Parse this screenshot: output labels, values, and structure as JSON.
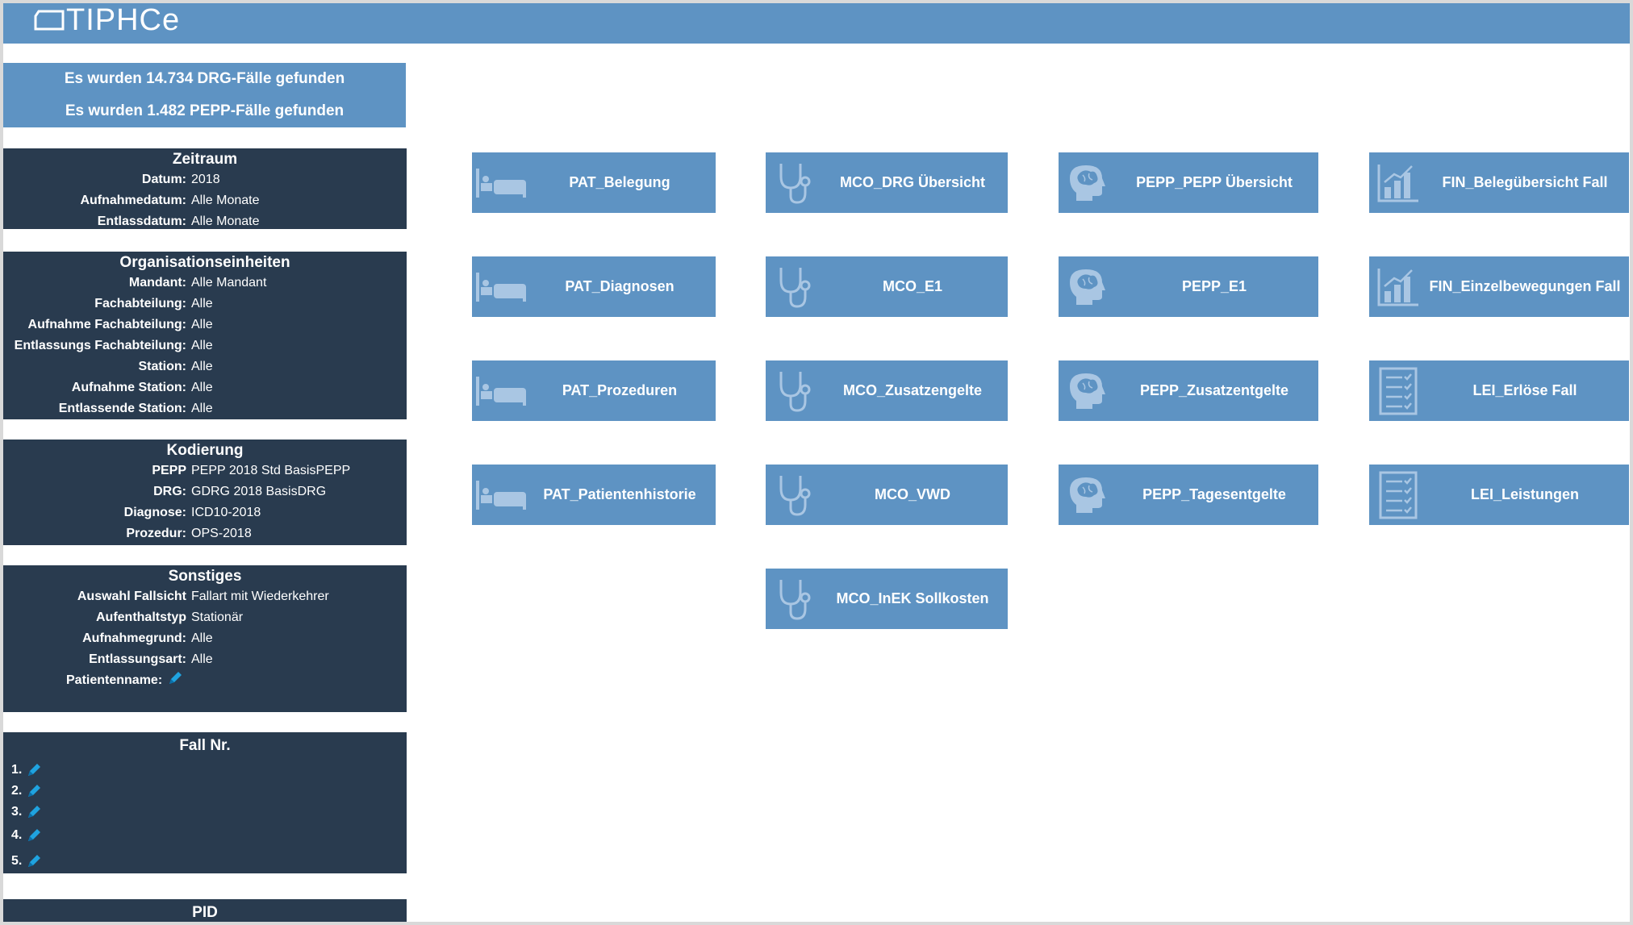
{
  "app": {
    "logo_text": "TIPHCe"
  },
  "summary": {
    "drg_line": "Es wurden 14.734 DRG-Fälle gefunden",
    "pepp_line": "Es wurden 1.482 PEPP-Fälle gefunden"
  },
  "zeitraum": {
    "title": "Zeitraum",
    "rows": [
      {
        "label": "Datum:",
        "value": "2018"
      },
      {
        "label": "Aufnahmedatum:",
        "value": "Alle Monate"
      },
      {
        "label": "Entlassdatum:",
        "value": "Alle Monate"
      }
    ]
  },
  "org": {
    "title": "Organisationseinheiten",
    "rows": [
      {
        "label": "Mandant:",
        "value": "Alle Mandant"
      },
      {
        "label": "Fachabteilung:",
        "value": "Alle"
      },
      {
        "label": "Aufnahme Fachabteilung:",
        "value": "Alle"
      },
      {
        "label": "Entlassungs Fachabteilung:",
        "value": "Alle"
      },
      {
        "label": "Station:",
        "value": "Alle"
      },
      {
        "label": "Aufnahme Station:",
        "value": "Alle"
      },
      {
        "label": "Entlassende Station:",
        "value": "Alle"
      }
    ]
  },
  "kodierung": {
    "title": "Kodierung",
    "rows": [
      {
        "label": "PEPP",
        "value": "PEPP 2018 Std BasisPEPP"
      },
      {
        "label": "DRG:",
        "value": "GDRG 2018 BasisDRG"
      },
      {
        "label": "Diagnose:",
        "value": "ICD10-2018"
      },
      {
        "label": "Prozedur:",
        "value": "OPS-2018"
      }
    ]
  },
  "sonstiges": {
    "title": "Sonstiges",
    "rows": [
      {
        "label": "Auswahl Fallsicht",
        "value": "Fallart mit Wiederkehrer"
      },
      {
        "label": "Aufenthaltstyp",
        "value": "Stationär"
      },
      {
        "label": "Aufnahmegrund:",
        "value": "Alle"
      },
      {
        "label": "Entlassungsart:",
        "value": "Alle"
      }
    ],
    "patient_label": "Patientenname:"
  },
  "fall": {
    "title": "Fall Nr.",
    "items": [
      "1.",
      "2.",
      "3.",
      "4.",
      "5."
    ]
  },
  "pid": {
    "title": "PID"
  },
  "tiles": {
    "pat": [
      "PAT_Belegung",
      "PAT_Diagnosen",
      "PAT_Prozeduren",
      "PAT_Patientenhistorie"
    ],
    "mco": [
      "MCO_DRG Übersicht",
      "MCO_E1",
      "MCO_Zusatzengelte",
      "MCO_VWD",
      "MCO_InEK Sollkosten"
    ],
    "pepp": [
      "PEPP_PEPP Übersicht",
      "PEPP_E1",
      "PEPP_Zusatzentgelte",
      "PEPP_Tagesentgelte"
    ],
    "fin": [
      "FIN_Belegübersicht Fall",
      "FIN_Einzelbewegungen Fall"
    ],
    "lei": [
      "LEI_Erlöse Fall",
      "LEI_Leistungen"
    ]
  },
  "icons": {
    "pat": "bed-icon",
    "mco": "stethoscope-icon",
    "pepp": "brain-head-icon",
    "fin": "bar-chart-icon",
    "lei": "checklist-icon",
    "edit": "pencil-icon"
  },
  "colors": {
    "accent": "#5e93c3",
    "panel": "#293b4f",
    "icon": "#a9c6e3",
    "pencil": "#1fa3e0"
  }
}
